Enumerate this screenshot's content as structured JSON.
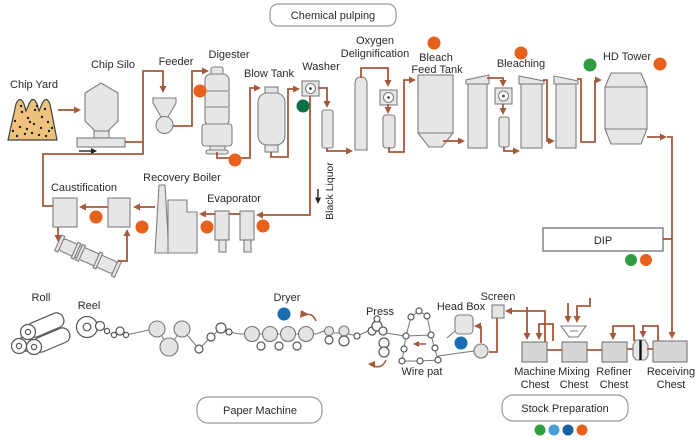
{
  "colors": {
    "pipe": "#a4593b",
    "orange": "#e8611c",
    "green": "#2f9e41",
    "dark_green": "#0f7046",
    "blue": "#1b6db3",
    "light_blue": "#4aa0d5",
    "dark_blue": "#16629f",
    "chip_pile": "#eec27d"
  },
  "section_labels": {
    "chemical_pulping": "Chemical pulping",
    "paper_machine": "Paper Machine",
    "stock_preparation": "Stock Preparation",
    "dip": "DIP"
  },
  "equipment_labels": {
    "chip_yard": "Chip Yard",
    "chip_silo": "Chip Silo",
    "feeder": "Feeder",
    "digester": "Digester",
    "blow_tank": "Blow Tank",
    "washer": "Washer",
    "oxygen_delignification": {
      "line1": "Oxygen",
      "line2": "Delignification"
    },
    "bleach_feed_tank": {
      "line1": "Bleach",
      "line2": "Feed Tank"
    },
    "bleaching": "Bleaching",
    "hd_tower": "HD Tower",
    "caustification": "Caustification",
    "recovery_boiler": "Recovery Boiler",
    "evaporator": "Evaporator",
    "black_liquor": "Black Liquor",
    "roll": "Roll",
    "reel": "Reel",
    "dryer": "Dryer",
    "press": "Press",
    "wire_pat": "Wire pat",
    "head_box": "Head Box",
    "screen": "Screen",
    "machine_chest": {
      "line1": "Machine",
      "line2": "Chest"
    },
    "mixing_chest": {
      "line1": "Mixing",
      "line2": "Chest"
    },
    "refiner_chest": {
      "line1": "Refiner",
      "line2": "Chest"
    },
    "receiving_chest": {
      "line1": "Receiving",
      "line2": "Chest"
    }
  }
}
